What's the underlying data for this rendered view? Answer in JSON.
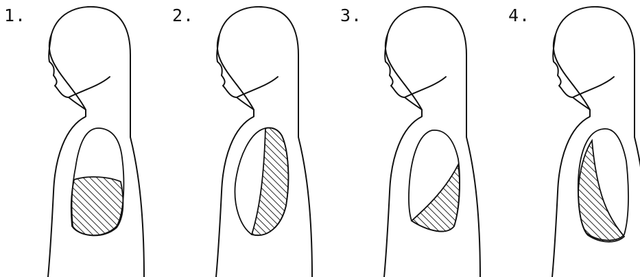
{
  "figures": [
    {
      "label": "1.",
      "shading": "lower-region"
    },
    {
      "label": "2.",
      "shading": "posterior-region"
    },
    {
      "label": "3.",
      "shading": "lower-posterior-wedge"
    },
    {
      "label": "4.",
      "shading": "anterior-lower-region"
    }
  ],
  "colors": {
    "line": "#111111",
    "background": "#ffffff"
  }
}
